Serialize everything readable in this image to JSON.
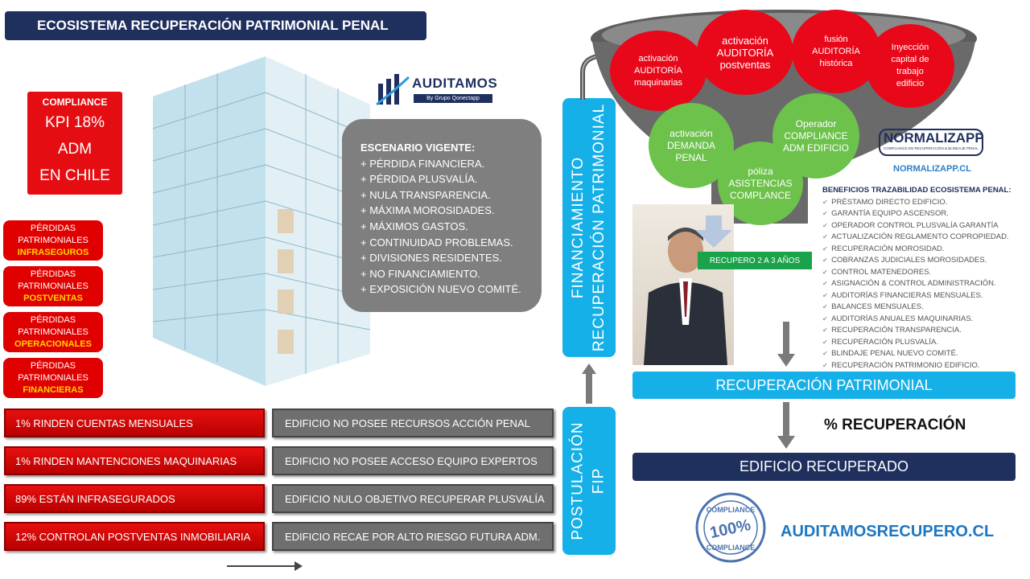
{
  "title": "ECOSISTEMA RECUPERACIÓN PATRIMONIAL PENAL",
  "logo": {
    "name": "AUDITAMOS",
    "tag": "By Grupo Qonectapp"
  },
  "compliance": {
    "head": "COMPLIANCE",
    "line1": "KPI 18%",
    "line2": "ADM",
    "line3": "EN CHILE"
  },
  "losses": [
    {
      "l1": "PÉRDIDAS",
      "l2": "PATRIMONIALES",
      "l3": "INFRASEGUROS"
    },
    {
      "l1": "PÉRDIDAS",
      "l2": "PATRIMONIALES",
      "l3": "POSTVENTAS"
    },
    {
      "l1": "PÉRDIDAS",
      "l2": "PATRIMONIALES",
      "l3": "OPERACIONALES"
    },
    {
      "l1": "PÉRDIDAS",
      "l2": "PATRIMONIALES",
      "l3": "FINANCIERAS"
    }
  ],
  "scenario": {
    "head": "ESCENARIO VIGENTE:",
    "items": [
      "+ PÉRDIDA FINANCIERA.",
      "+ PÉRDIDA PLUSVALÍA.",
      "+ NULA TRANSPARENCIA.",
      "+ MÁXIMA MOROSIDADES.",
      "+ MÁXIMOS GASTOS.",
      "+ CONTINUIDAD PROBLEMAS.",
      "+ DIVISIONES RESIDENTES.",
      "+ NO FINANCIAMIENTO.",
      "+ EXPOSICIÓN NUEVO COMITÉ."
    ]
  },
  "red_bars": [
    "1% RINDEN CUENTAS MENSUALES",
    "1% RINDEN MANTENCIONES MAQUINARIAS",
    "89% ESTÁN INFRASEGURADOS",
    "12% CONTROLAN POSTVENTAS INMOBILIARIA"
  ],
  "gray_bars": [
    "EDIFICIO NO POSEE RECURSOS ACCIÓN PENAL",
    "EDIFICIO NO POSEE ACCESO EQUIPO EXPERTOS",
    "EDIFICIO NULO OBJETIVO RECUPERAR PLUSVALÍA",
    "EDIFICIO RECAE POR ALTO RIESGO FUTURA ADM."
  ],
  "financing": {
    "l1": "FINANCIAMIENTO",
    "l2": "RECUPERACIÓN PATRIMONIAL"
  },
  "postulation": {
    "l1": "POSTULACIÓN",
    "l2": "FIP"
  },
  "red_circles": [
    {
      "l1": "activación",
      "l2": "AUDITORÍA",
      "l3": "maquinarias"
    },
    {
      "l1": "activación",
      "l2": "AUDITORÍA",
      "l3": "postventas"
    },
    {
      "l1": "fusión",
      "l2": "AUDITORÍA",
      "l3": "histórica"
    },
    {
      "l1": "Inyección",
      "l2": "capital de",
      "l3": "trabajo",
      "l4": "edificio"
    }
  ],
  "green_circles": [
    {
      "l1": "activación",
      "l2": "DEMANDA",
      "l3": "PENAL"
    },
    {
      "l1": "póliza",
      "l2": "ASISTENCIAS",
      "l3": "COMPLANCE"
    },
    {
      "l1": "Operador",
      "l2": "COMPLIANCE",
      "l3": "ADM EDIFICIO"
    }
  ],
  "recupero": "RECUPERO  2 A 3 AÑOS",
  "normaliza": {
    "name": "NORMALIZAPP",
    "tag": "COMPLIANCE EN RECUPERACIÓN & BLINDAJE PENAL",
    "url": "NORMALIZAPP.CL"
  },
  "benefits": {
    "head": "BENEFICIOS TRAZABILIDAD ECOSISTEMA PENAL:",
    "items": [
      "PRÉSTAMO DIRECTO EDIFICIO.",
      "GARANTÍA EQUIPO ASCENSOR.",
      "OPERADOR CONTROL PLUSVALÍA GARANTÍA",
      "ACTUALIZACIÓN REGLAMENTO COPROPIEDAD.",
      "RECUPERACIÓN MOROSIDAD.",
      "COBRANZAS JUDICIALES MOROSIDADES.",
      "CONTROL MATENEDORES.",
      "ASIGNACIÓN & CONTROL ADMINISTRACIÓN.",
      "AUDITORÍAS FINANCIERAS MENSUALES.",
      "BALANCES MENSUALES.",
      "AUDITORÍAS ANUALES MAQUINARIAS.",
      "RECUPERACIÓN TRANSPARENCIA.",
      "RECUPERACIÓN PLUSVALÍA.",
      "BLINDAJE PENAL NUEVO COMITÉ.",
      "RECUPERACIÓN PATRIMONIO EDIFICIO."
    ]
  },
  "recuperacion_patrimonial": "RECUPERACIÓN PATRIMONIAL",
  "pct_recuperacion": "% RECUPERACIÓN",
  "edificio_recuperado": "EDIFICIO RECUPERADO",
  "stamp": {
    "top": "COMPLIANCE",
    "mid": "100%",
    "bottom": "COMPLIANCE"
  },
  "site_url": "AUDITAMOSRECUPERO.CL"
}
